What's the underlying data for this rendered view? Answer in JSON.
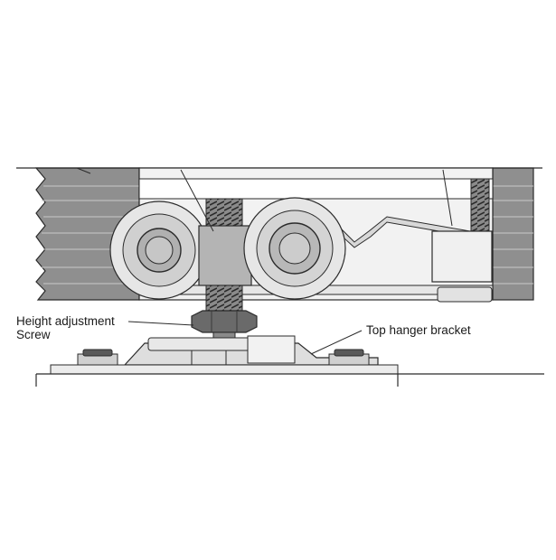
{
  "labels": {
    "height_adjustment_line1": "Height adjustment",
    "height_adjustment_line2": "Screw",
    "top_hanger_bracket": "Top hanger bracket"
  },
  "colors": {
    "background": "#ffffff",
    "outline": "#2b2b2b",
    "track_gray": "#8f8f8f",
    "light_gray": "#d8d8d8",
    "mid_gray": "#b4b4b4",
    "dark_gray": "#5a5a5a"
  }
}
